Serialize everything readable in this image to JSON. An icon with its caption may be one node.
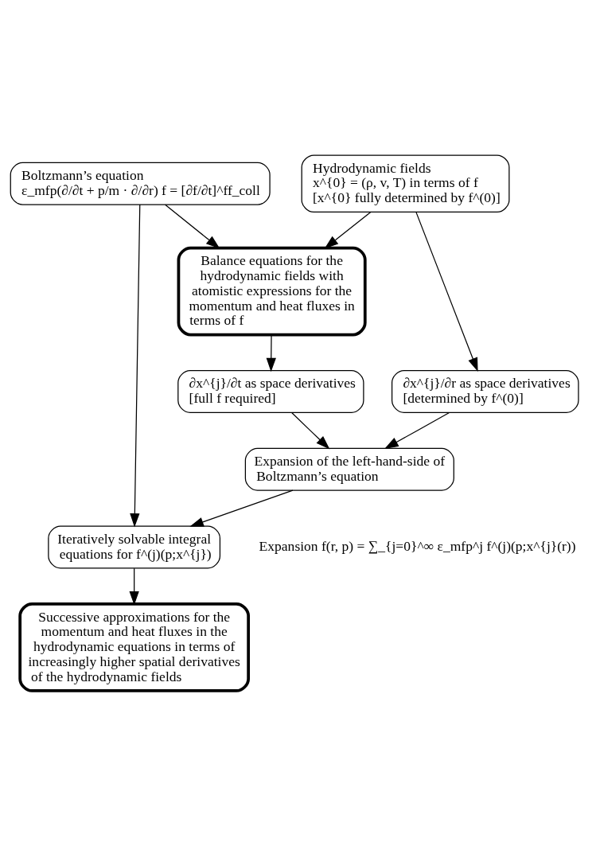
{
  "diagram": {
    "nodes": [
      {
        "text": [
          "Boltzmann’s equation",
          "ε_mfp(∂/∂t + p/m · ∂/∂r) f = [∂f/∂t]^ff_coll"
        ]
      },
      {
        "text": [
          "Hydrodynamic fields",
          "x^{0} = (ρ, v, T) in terms of f",
          "[x^{0} fully determined by f^(0)]"
        ]
      },
      {
        "text": [
          "Balance equations for the hydrodynamic fields with atomistic expressions for the momentum and heat fluxes in terms of f"
        ]
      },
      {
        "text": [
          "∂x^{j}/∂t as space derivatives",
          "[full f required]"
        ]
      },
      {
        "text": [
          "∂x^{j}/∂r as space derivatives",
          "[determined by f^(0)]"
        ]
      },
      {
        "text": [
          "Expansion of the left-hand-side of Boltzmann’s equation"
        ]
      },
      {
        "text": [
          "Iteratively solvable integral equations for f^(j)(p;x^{j})"
        ]
      },
      {
        "text": [
          "Successive approximations for the momentum and heat fluxes in the hydrodynamic equations in terms of increasingly higher spatial derivatives of the hydrodynamic fields"
        ]
      }
    ],
    "edges": [
      {
        "from": 0,
        "to": 2,
        "arrow": "to"
      },
      {
        "from": 1,
        "to": 2,
        "arrow": "to"
      },
      {
        "from": 0,
        "to": 6,
        "arrow": "to"
      },
      {
        "from": 1,
        "to": 4,
        "arrow": "to"
      },
      {
        "from": 2,
        "to": 3,
        "arrow": "to"
      },
      {
        "from": 3,
        "to": 5,
        "arrow": "to"
      },
      {
        "from": 4,
        "to": 5,
        "arrow": "to"
      },
      {
        "from": 5,
        "to": 6,
        "arrow": "to"
      },
      {
        "from": 6,
        "to": 7,
        "arrow": "to"
      }
    ],
    "labels": [
      "Expansion f(r, p) = ∑_{j=0}^∞ ε_mfp^j f^(j)(p;x^{j}(r))"
    ]
  }
}
